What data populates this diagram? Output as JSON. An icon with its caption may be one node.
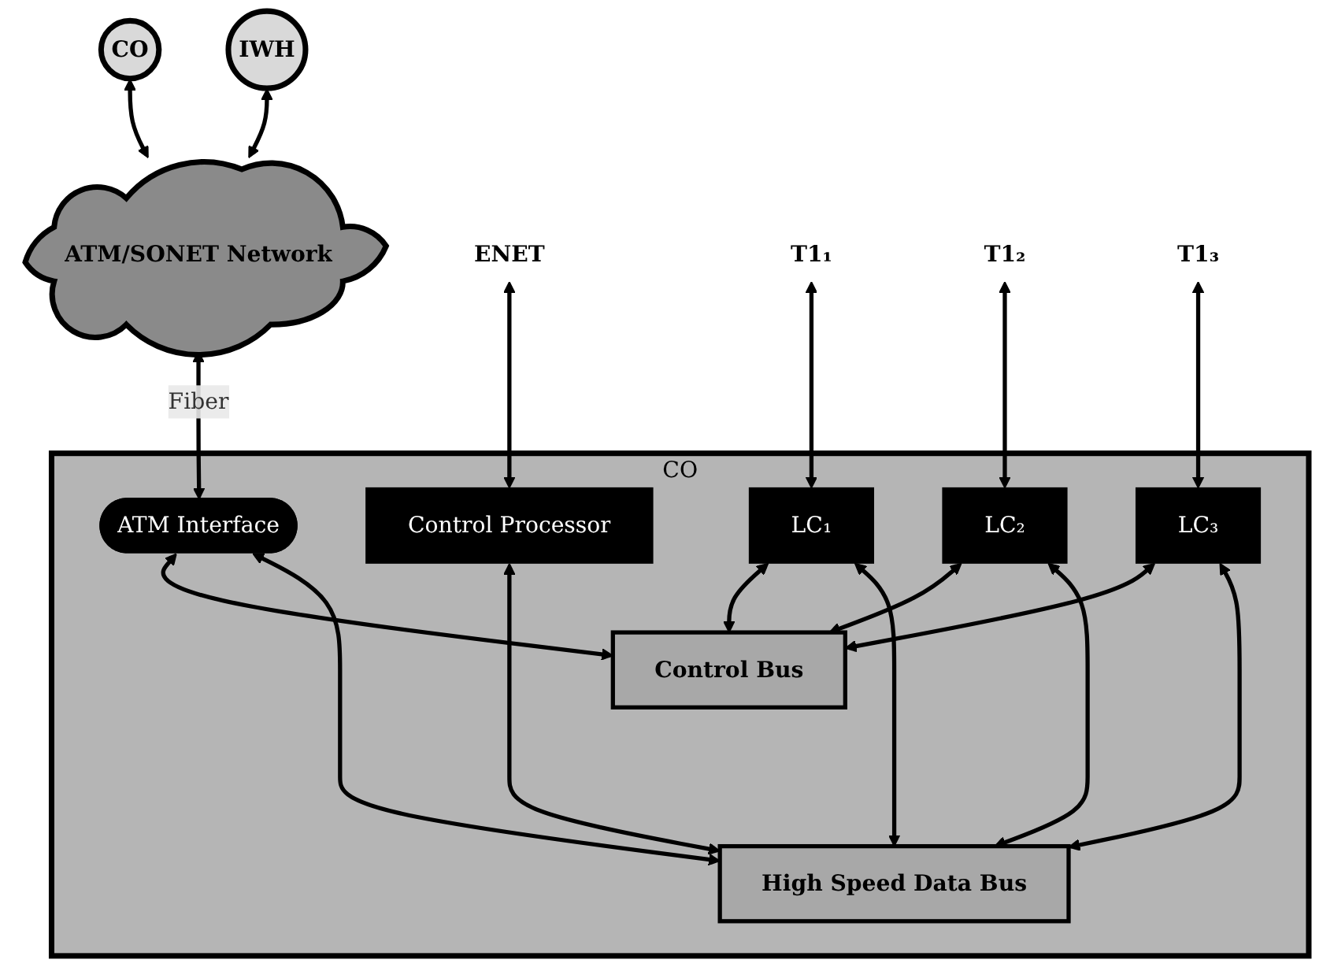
{
  "diagram": {
    "nodes": [
      {
        "text": [
          "CO"
        ]
      },
      {
        "text": [
          "IWH"
        ]
      },
      {
        "text": [
          "ATM/SONET Network"
        ]
      },
      {
        "text": [
          "CO"
        ]
      },
      {
        "text": [
          "ATM Interface"
        ],
        "in": 3
      },
      {
        "text": [
          "Control Processor"
        ],
        "in": 3
      },
      {
        "text": [
          "LC₁"
        ],
        "in": 3
      },
      {
        "text": [
          "LC₂"
        ],
        "in": 3
      },
      {
        "text": [
          "LC₃"
        ],
        "in": 3
      },
      {
        "text": [
          "Control Bus"
        ],
        "in": 3
      },
      {
        "text": [
          "High Speed Data Bus"
        ],
        "in": 3
      },
      {
        "text": [
          "ENET"
        ]
      },
      {
        "text": [
          "T1₁"
        ]
      },
      {
        "text": [
          "T1₂"
        ]
      },
      {
        "text": [
          "T1₃"
        ]
      }
    ],
    "edges": [
      {
        "from": 0,
        "to": 2,
        "arrow": "both"
      },
      {
        "from": 1,
        "to": 2,
        "arrow": "both"
      },
      {
        "from": 2,
        "to": 4,
        "arrow": "both",
        "label": "Fiber"
      },
      {
        "from": 11,
        "to": 5,
        "arrow": "both"
      },
      {
        "from": 12,
        "to": 6,
        "arrow": "both"
      },
      {
        "from": 13,
        "to": 7,
        "arrow": "both"
      },
      {
        "from": 14,
        "to": 8,
        "arrow": "both"
      },
      {
        "from": 4,
        "to": 9,
        "arrow": "both"
      },
      {
        "from": 4,
        "to": 10,
        "arrow": "both"
      },
      {
        "from": 5,
        "to": 10,
        "arrow": "both"
      },
      {
        "from": 6,
        "to": 9,
        "arrow": "both"
      },
      {
        "from": 6,
        "to": 10,
        "arrow": "both"
      },
      {
        "from": 7,
        "to": 9,
        "arrow": "both"
      },
      {
        "from": 7,
        "to": 10,
        "arrow": "both"
      },
      {
        "from": 8,
        "to": 9,
        "arrow": "both"
      },
      {
        "from": 8,
        "to": 10,
        "arrow": "both"
      }
    ]
  }
}
